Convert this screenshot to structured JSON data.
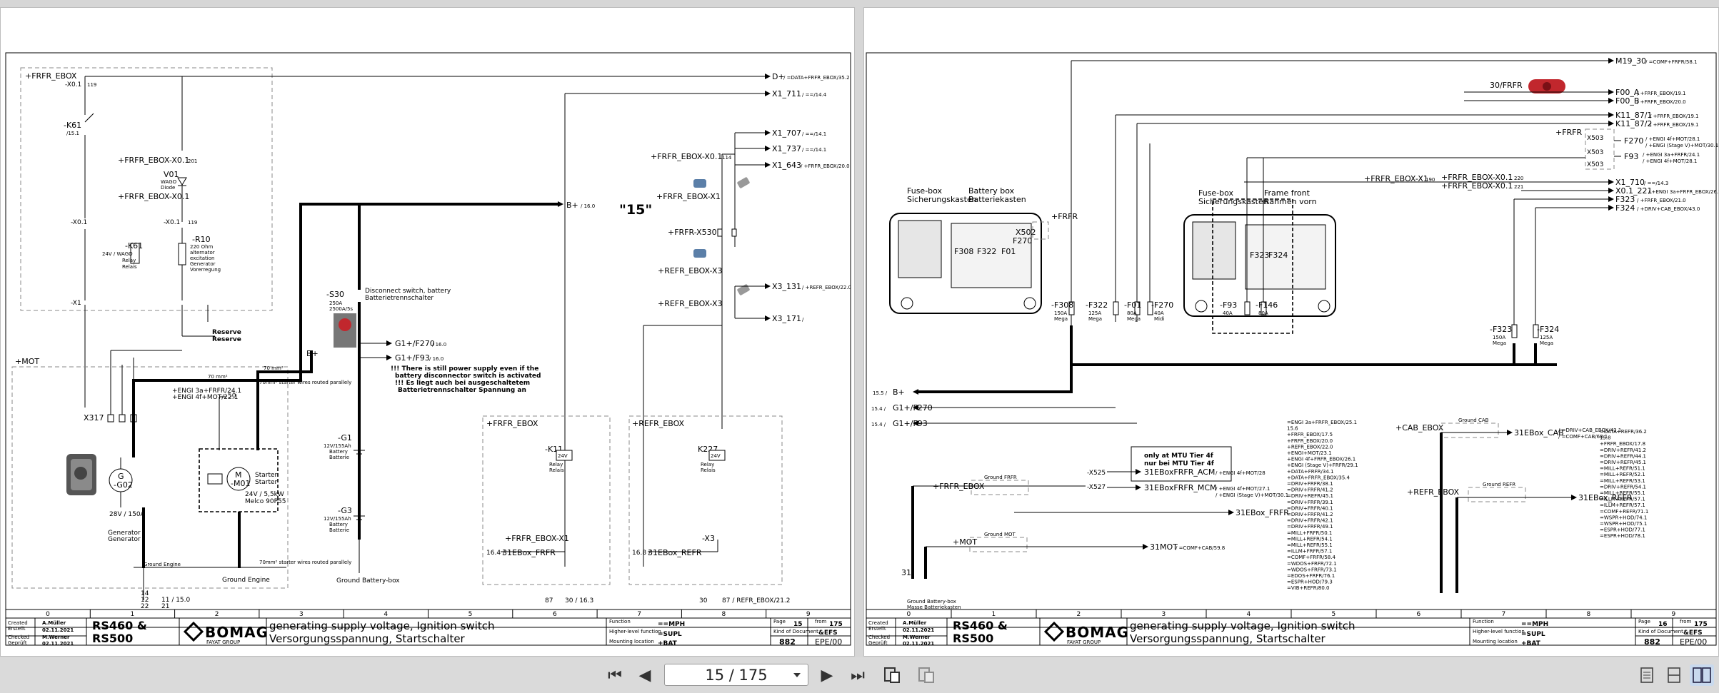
{
  "toolbar": {
    "page_indicator": "15 / 175",
    "first_label": "⏮",
    "prev_label": "◀",
    "next_label": "▶",
    "last_label": "⏭"
  },
  "columns": [
    "0",
    "1",
    "2",
    "3",
    "4",
    "5",
    "6",
    "7",
    "8",
    "9"
  ],
  "sheet15": {
    "title_block": {
      "created_label": "Created",
      "created_label2": "Erstellt",
      "created_name": "A.Müller",
      "created_date": "02.11.2021",
      "checked_label": "Checked",
      "checked_label2": "Geprüft",
      "checked_name": "M.Werner",
      "checked_date": "02.11.2021",
      "model_line1": "RS460 &",
      "model_line2": "RS500",
      "brand": "BOMAG",
      "brand_sub": "FAYAT GROUP",
      "desc_en": "generating supply voltage, Ignition switch",
      "desc_de": "Versorgungsspannung, Startschalter",
      "function_label": "Function",
      "function_value": "==MPH",
      "higher_label": "Higher-level function",
      "higher_value": "=SUPL",
      "mounting_label": "Mounting location",
      "mounting_value": "+BAT",
      "page_label": "Page",
      "page_value": "15",
      "from_label": "from",
      "from_value": "175",
      "kind_label": "Kind of Document",
      "kind_value": "&EFS",
      "doc_number": "882",
      "revision": "EPE/00"
    },
    "labels": {
      "frfr_ebox": "+FRFR_EBOX",
      "x01_119": "-X0.1",
      "k61": "-K61",
      "k61_ref": "/15.1",
      "frfr_x01_201": "+FRFR_EBOX-X0.1",
      "v01": "V01",
      "v01_sub1": "WAGO",
      "v01_sub2": "Diode",
      "frfr_x01_201b": "+FRFR_EBOX-X0.1",
      "x01_113": "-X0.1",
      "x01_113b": "-X0.1",
      "r10": "-R10",
      "r10_d1": "220 Ohm",
      "r10_d2": "alternator",
      "r10_d3": "excitation",
      "r10_d4": "Generator",
      "r10_d5": "Vorerregung",
      "k61b": "-K61",
      "k61b_d1": "24V / WAGO",
      "k61b_d2": "Relay",
      "k61b_d3": "Relais",
      "x1_440": "-X1",
      "reserve1": "Reserve",
      "reserve2": "Reserve",
      "mot": "+MOT",
      "x317": "X317",
      "g02": "-G02",
      "g02_d1": "28V / 150A",
      "g02_d2": "Generator",
      "g02_d3": "Generator",
      "m01": "-M01",
      "m01_d1": "Starter",
      "m01_d2": "Starter",
      "m01_d3": "24V / 5,5kW",
      "m01_d4": "Melco 90P55",
      "engi_ref1": "+ENGI 3a+FRFR/24.1",
      "engi_ref2": "+ENGI 4f+MOT/22.1",
      "ground_engine": "Ground Engine",
      "ground_engine2": "Ground Engine",
      "s30": "-S30",
      "s30_d1": "250A",
      "s30_d2": "2500A/5s",
      "s30_desc1": "Disconnect switch, battery",
      "s30_desc2": "Batterietrennschalter",
      "bplus": "B+",
      "bplus_ref": "/ 16.0",
      "bplus2": "B+",
      "g1_f270": "G1+/F270",
      "g1_f270_ref": "/ 16.0",
      "g1_f93": "G1+/F93",
      "g1_f93_ref": "/ 16.0",
      "warn1": "!!! There is still power supply even if the",
      "warn2": "battery disconnector switch is activated",
      "warn3": "!!! Es liegt auch bei ausgeschaltetem",
      "warn4": "Batterietrennschalter Spannung an",
      "g1": "-G1",
      "g1_d1": "12V/155Ah",
      "g1_d2": "Battery",
      "g1_d3": "Batterie",
      "g3": "-G3",
      "g3_d1": "12V/155Ah",
      "g3_d2": "Battery",
      "g3_d3": "Batterie",
      "ground_battery": "Ground Battery-box",
      "dplus": "D+",
      "dplus_ref": "/ =DATA+FRFR_EBOX/35.2",
      "x1_711": "X1_711",
      "x1_711_ref": "/ ==/14.4",
      "x1_707": "X1_707",
      "x1_707_ref": "/ ==/14.1",
      "x1_737": "X1_737",
      "x1_737_ref": "/ ==/14.1",
      "x1_643": "X1_643",
      "x1_643_ref": "/ +FRFR_EBOX/20.0",
      "frfr_x01_114": "+FRFR_EBOX-X0.1",
      "frfr_x1": "+FRFR_EBOX-X1",
      "label15": "\"15\"",
      "frfr_x530": "+FRFR-X530",
      "refr_x3_130": "+REFR_EBOX-X3",
      "refr_x3_170": "+REFR_EBOX-X3",
      "x3_131": "X3_131",
      "x3_131_ref": "/ +REFR_EBOX/22.0",
      "x3_171": "X3_171",
      "x3_171_ref": "/",
      "frfr_box": "+FRFR_EBOX",
      "refr_box": "+REFR_EBOX",
      "k11": "-K11",
      "k11_d1": "Relay",
      "k11_d2": "Relais",
      "k227": "K227",
      "k227_d1": "Relay",
      "k227_d2": "Relais",
      "frfr_x1_12": "+FRFR_EBOX-X1",
      "ebox_frfr": "31EBox_FRFR",
      "ebox_frfr_ref": "16.4 /",
      "x3_208": "-X3",
      "ebox_refr": "31EBox_REFR",
      "ebox_refr_ref": "16.8 /",
      "foot1": "87",
      "foot1b": "30 / 16.3",
      "foot2": "30",
      "foot2b": "87 / REFR_EBOX/21.2",
      "f14": "14",
      "f12": "12",
      "f22": "22",
      "f21": "21",
      "f11": "11 / 15.0",
      "starter_note1": "70mm² starter wires routed parallely",
      "starter_note2": "70mm² starter wires routed parallely"
    }
  },
  "sheet16": {
    "title_block": {
      "created_label": "Created",
      "created_label2": "Erstellt",
      "created_name": "A.Müller",
      "created_date": "02.11.2021",
      "checked_label": "Checked",
      "checked_label2": "Geprüft",
      "checked_name": "M.Werner",
      "checked_date": "02.11.2021",
      "model_line1": "RS460 &",
      "model_line2": "RS500",
      "brand": "BOMAG",
      "brand_sub": "FAYAT GROUP",
      "desc_en": "generating supply voltage, Ignition switch",
      "desc_de": "Versorgungsspannung, Startschalter",
      "function_label": "Function",
      "function_value": "==MPH",
      "higher_label": "Higher-level function",
      "higher_value": "=SUPL",
      "mounting_label": "Mounting location",
      "mounting_value": "+BAT",
      "page_label": "Page",
      "page_value": "16",
      "from_label": "from",
      "from_value": "175",
      "kind_label": "Kind of Document",
      "kind_value": "&EFS",
      "doc_number": "882",
      "revision": "EPE/00"
    },
    "labels": {
      "m19": "M19_30",
      "m19_ref": "/ =COMF+FRFR/58.1",
      "k30": "30/FRFR",
      "f00a": "F00_A",
      "f00a_ref": "/ +FRFR_EBOX/19.1",
      "f00b": "F00_B",
      "f00b_ref": "/ +FRFR_EBOX/20.0",
      "k11_87_1": "K11_87/1",
      "k11_87_1_ref": "/ +FRFR_EBOX/19.1",
      "k11_87_2": "K11_87/2",
      "k11_87_2_ref": "/ +FRFR_EBOX/19.1",
      "frfr": "+FRFR",
      "x503": "X503",
      "x503b": "X503",
      "x503c": "X503",
      "f270": "F270",
      "f270_ref1": "/ +ENGI 4f+MOT/28.1",
      "f270_ref2": "/ +ENGI (Stage V)+MOT/30.1",
      "f93": "F93",
      "f93_ref1": "/ +ENGI 3a+FRFR/24.1",
      "f93_ref2": "/ +ENGI 4f+MOT/28.1",
      "frfr_x01_220": "+FRFR_EBOX-X0.1",
      "frfr_x01_221": "+FRFR_EBOX-X0.1",
      "frfr_x1_190": "+FRFR_EBOX-X1",
      "x1_710": "X1_710",
      "x1_710_ref": "/ ==/14.3",
      "x01_221": "X0.1_221",
      "x01_221_ref": "/ +ENGI 3a+FRFR_EBOX/26.1",
      "f323": "F323",
      "f323_ref": "/ +FRFR_EBOX/21.0",
      "f324": "F324",
      "f324_ref": "/ +DRIV+CAB_EBOX/43.0",
      "fusebox1_en": "Fuse-box",
      "fusebox1_de": "Sicherungskasten",
      "battbox_en": "Battery box",
      "battbox_de": "Batteriekasten",
      "fusebox2_en": "Fuse-box",
      "fusebox2_de": "Sicherungskasten",
      "frame_en": "Frame front",
      "frame_de": "Rahmen vorn",
      "fb_f308": "F308",
      "fb_f322": "F322",
      "fb_f01": "F01",
      "fb_f270": "F270",
      "fb_f323": "F323",
      "fb_f324": "F324",
      "x502": "X502",
      "frfr2": "+FRFR",
      "f308": "-F308",
      "f308_d": "150A",
      "f308_d2": "Mega",
      "f322": "-F322",
      "f322_d": "125A",
      "f322_d2": "Mega",
      "f01": "-F01",
      "f01_d": "80A",
      "f01_d2": "Mega",
      "f270b": "-F270",
      "f270b_d": "40A",
      "f270b_d2": "Midi",
      "f93b": "-F93",
      "f93b_d": "40A",
      "f146": "-F146",
      "f146_d": "80A",
      "f323b": "-F323",
      "f323b_d": "150A",
      "f323b_d2": "Mega",
      "f324b": "-F324",
      "f324b_d": "125A",
      "f324b_d2": "Mega",
      "bplus_in": "B+",
      "bplus_in_ref": "15.5 /",
      "g1f270_in": "G1+/F270",
      "g1f270_in_ref": "15.4 /",
      "g1f93_in": "G1+/F93",
      "g1f93_in_ref": "15.4 /",
      "mtu1": "only at MTU Tier 4f",
      "mtu2": "nur bei MTU Tier 4f",
      "x525": "-X525",
      "x527": "-X527",
      "frfr_box3": "+FRFR_EBOX",
      "ground_frfr": "Ground FRFR",
      "acm": "31EBoxFRFR_ACM",
      "acm_ref": "/ +ENGI 4f+MOT/28",
      "mcm": "31EBoxFRFR_MCM",
      "mcm_ref1": "/ +ENGI 4f+MOT/27.1",
      "mcm_ref2": "/ +ENGI (Stage V)+MOT/30.1",
      "ebox_frfr2": "31EBox_FRFR",
      "mot2": "+MOT",
      "ground_mot": "Ground MOT",
      "mot31": "31MOT",
      "mot31_ref": "/ =COMF+CAB/59.8",
      "cab_box": "+CAB_EBOX",
      "ground_cab": "Ground CAB",
      "ebox_cab": "31EBox_CAB",
      "ebox_cab_ref1": "/ =DRIV+CAB_EBOX/43.1",
      "ebox_cab_ref2": "/ =COMF+CAB/68.1",
      "refr_box2": "+REFR_EBOX",
      "ground_refr": "Ground REFR",
      "ebox_refr2": "31EBox_REFR",
      "ebox_refr2_ref": "/",
      "ground_batt2": "Ground Battery-box",
      "ground_batt2b": "Masse Batteriekasten",
      "n31": "31",
      "refs_mid": [
        "=ENGI 3a+FRFR_EBOX/25.1",
        "15.6",
        "+FRFR_EBOX/17.5",
        "+FRFR_EBOX/20.0",
        "+REFR_EBOX/22.0",
        "+ENGI+MOT/23.1",
        "+ENGI 4f+FRFR_EBOX/26.1",
        "+ENGI (Stage V)+FRFR/29.1",
        "+DATA+FRFR/34.1",
        "+DATA+FRFR_EBOX/35.4",
        "=DRIV+FRFR/38.1",
        "=DRIV+FRFR/41.2",
        "=DRIV+REFR/45.1",
        "=DRIV+FRFR/39.1",
        "=DRIV+FRFR/40.1",
        "=DRIV+FRFR/41.2",
        "=DRIV+FRFR/42.1",
        "=DRIV+FRFR/49.1",
        "=MILL+FRFR/50.1",
        "=MILL+REFR/54.1",
        "=MILL+REFR/55.1",
        "=ILLM+FRFR/57.1",
        "=COMF+FRFR/58.4",
        "=WDOS+FRFR/72.1",
        "=WDOS+FRFR/73.1",
        "=EDOS+FRFR/76.1",
        "=ESPR+HOD/79.3",
        "=VIB+REFR/80.0"
      ],
      "refs_right": [
        "=DATA+REFR/36.2",
        "15.8",
        "+FRFR_EBOX/17.8",
        "=DRIV+REFR/41.2",
        "=DRIV+REFR/44.1",
        "=DRIV+REFR/45.1",
        "=MILL+REFR/51.1",
        "=MILL+REFR/52.1",
        "=MILL+REFR/53.1",
        "=DRIV+REFR/54.1",
        "=MILL+REFR/55.1",
        "=ILLM+REFR/57.1",
        "=ILLM+REFR/57.1",
        "=COMF+REFR/71.1",
        "=WSPR+HOD/74.1",
        "=WSPR+HOD/75.1",
        "=ESPR+HOD/77.1",
        "=ESPR+HOD/78.1"
      ]
    }
  }
}
